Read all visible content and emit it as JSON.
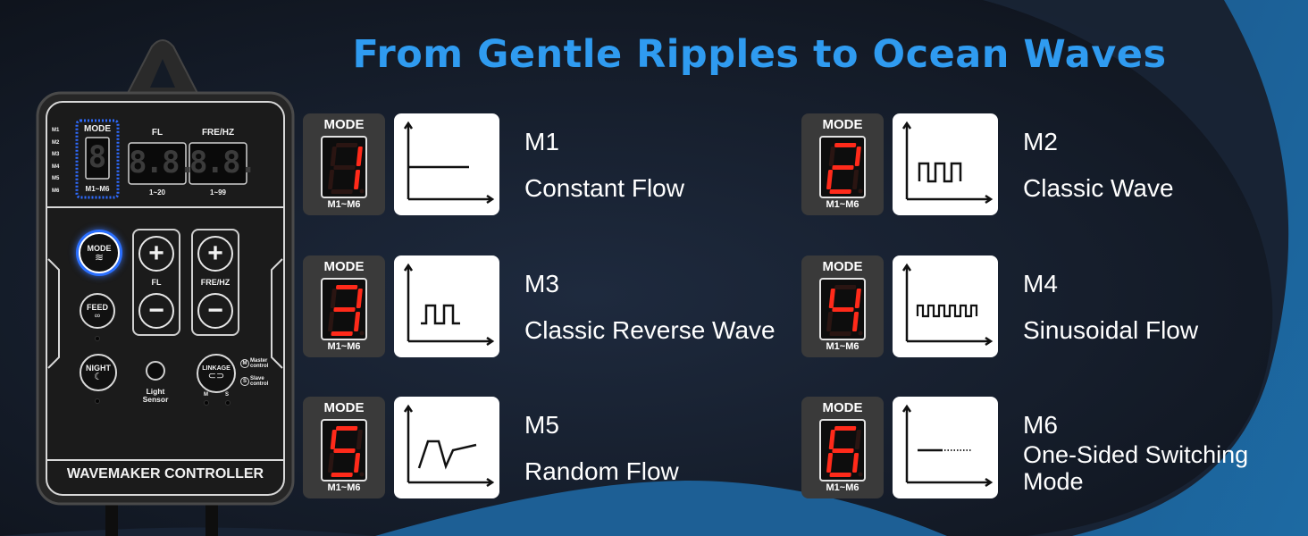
{
  "headline": "From Gentle Ripples to Ocean Waves",
  "colors": {
    "headline": "#2f9bf0",
    "background": "#151b26",
    "wave_blue": "#1f5f94",
    "segment_red": "#ff2a1a"
  },
  "device": {
    "mode_label": "MODE",
    "mode_range": "M1~M6",
    "fl_label": "FL",
    "fre_label": "FRE/HZ",
    "fl_range": "1~20",
    "fre_range": "1~99",
    "side_modes": [
      "M1",
      "M2",
      "M3",
      "M4",
      "M5",
      "M6"
    ],
    "mode_button": "MODE",
    "feed_button": "FEED",
    "night_button": "NIGHT",
    "linkage_button": "LINKAGE",
    "fl_button_label": "FL",
    "fre_button_label": "FRE/HZ",
    "light_sensor": "Light Sensor",
    "master_label": "Master control",
    "slave_label": "Slave control",
    "master_letter": "M",
    "slave_letter": "S",
    "led_m": "M",
    "led_s": "S",
    "brand": "WAVEMAKER CONTROLLER"
  },
  "modes": [
    {
      "tile_label": "MODE",
      "digit": "1",
      "range": "M1~M6",
      "code": "M1",
      "name": "Constant Flow",
      "graph": "constant-flow-graph-icon"
    },
    {
      "tile_label": "MODE",
      "digit": "2",
      "range": "M1~M6",
      "code": "M2",
      "name": "Classic Wave",
      "graph": "classic-wave-graph-icon"
    },
    {
      "tile_label": "MODE",
      "digit": "3",
      "range": "M1~M6",
      "code": "M3",
      "name": "Classic Reverse Wave",
      "graph": "reverse-wave-graph-icon"
    },
    {
      "tile_label": "MODE",
      "digit": "4",
      "range": "M1~M6",
      "code": "M4",
      "name": "Sinusoidal Flow",
      "graph": "sinusoidal-flow-graph-icon"
    },
    {
      "tile_label": "MODE",
      "digit": "5",
      "range": "M1~M6",
      "code": "M5",
      "name": "Random Flow",
      "graph": "random-flow-graph-icon"
    },
    {
      "tile_label": "MODE",
      "digit": "6",
      "range": "M1~M6",
      "code": "M6",
      "name": "One-Sided Switching Mode",
      "graph": "one-sided-switching-graph-icon"
    }
  ]
}
